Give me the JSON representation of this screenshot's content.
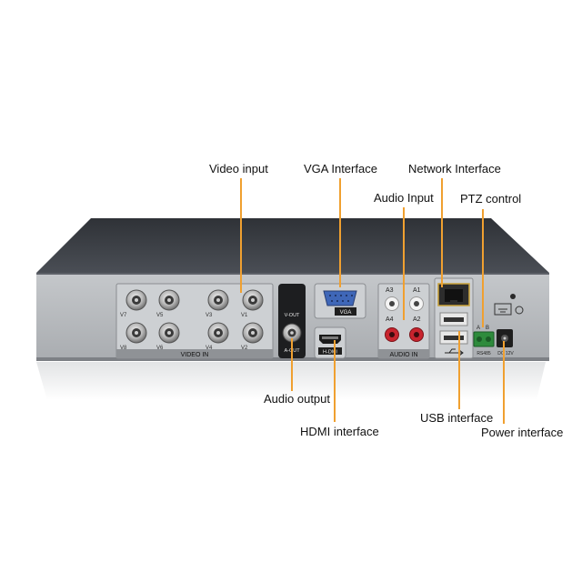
{
  "colors": {
    "leader": "#f0a030",
    "chassis_top": "#3c4046",
    "rear_panel": "#b9bcc0",
    "inset": "#cdd0d3",
    "text": "#111111"
  },
  "callouts": {
    "video_input": "Video input",
    "vga_interface": "VGA Interface",
    "network_interface": "Network Interface",
    "audio_input": "Audio Input",
    "ptz_control": "PTZ control",
    "audio_output": "Audio output",
    "hdmi_interface": "HDMI interface",
    "usb_interface": "USB interface",
    "power_interface": "Power interface"
  },
  "panel_labels": {
    "video_in": "VIDEO IN",
    "v7": "V7",
    "v5": "V5",
    "v3": "V3",
    "v1": "V1",
    "v8": "V8",
    "v6": "V6",
    "v4": "V4",
    "v2": "V2",
    "v_out": "V-OUT",
    "a_out": "A-OUT",
    "vga": "VGA",
    "hdmi": "H-DMI",
    "a3": "A3",
    "a1": "A1",
    "a4": "A4",
    "a2": "A2",
    "audio_in": "AUDIO IN",
    "a": "A",
    "b": "B",
    "rs485": "RS485",
    "dc12v": "DC 12V"
  }
}
